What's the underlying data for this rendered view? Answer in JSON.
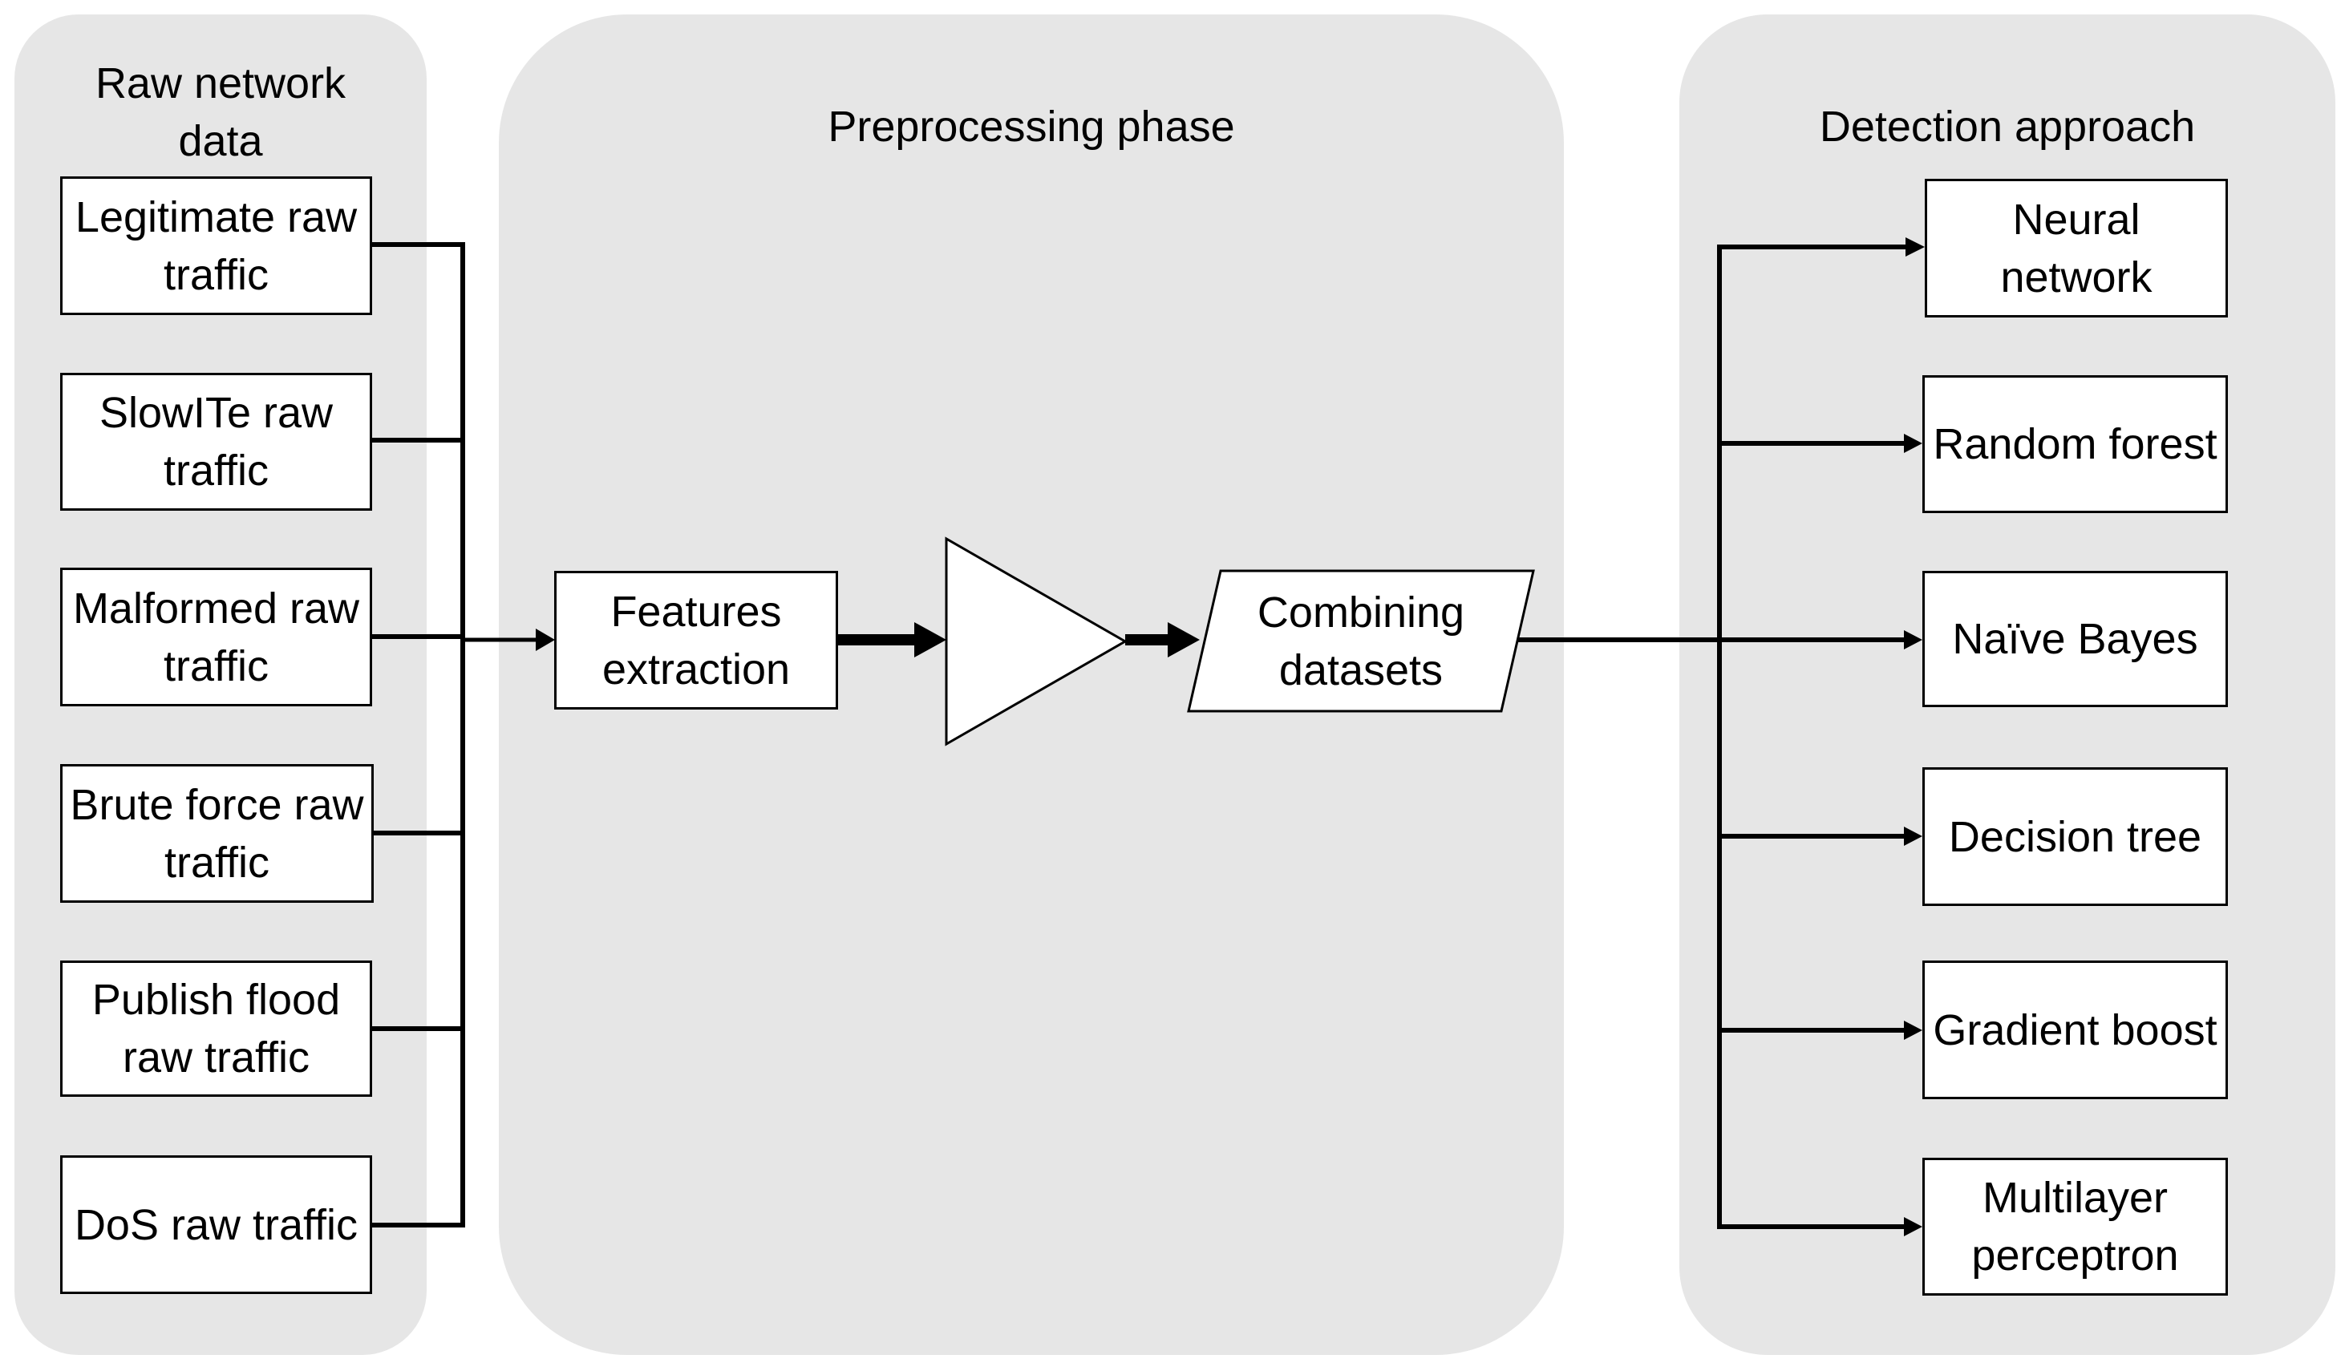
{
  "panels": {
    "raw": {
      "title": "Raw network\ndata"
    },
    "preprocessing": {
      "title": "Preprocessing phase"
    },
    "detection": {
      "title": "Detection approach"
    }
  },
  "inputs": [
    {
      "label": "Legitimate raw traffic"
    },
    {
      "label": "SlowITe raw traffic"
    },
    {
      "label": "Malformed raw traffic"
    },
    {
      "label": "Brute force raw traffic"
    },
    {
      "label": "Publish flood raw traffic"
    },
    {
      "label": "DoS raw traffic"
    }
  ],
  "steps": {
    "features": "Features extraction",
    "combining": "Combining datasets"
  },
  "methods": [
    {
      "label": "Neural network"
    },
    {
      "label": "Random forest"
    },
    {
      "label": "Naïve Bayes"
    },
    {
      "label": "Decision tree"
    },
    {
      "label": "Gradient boost"
    },
    {
      "label": "Multilayer perceptron"
    }
  ]
}
